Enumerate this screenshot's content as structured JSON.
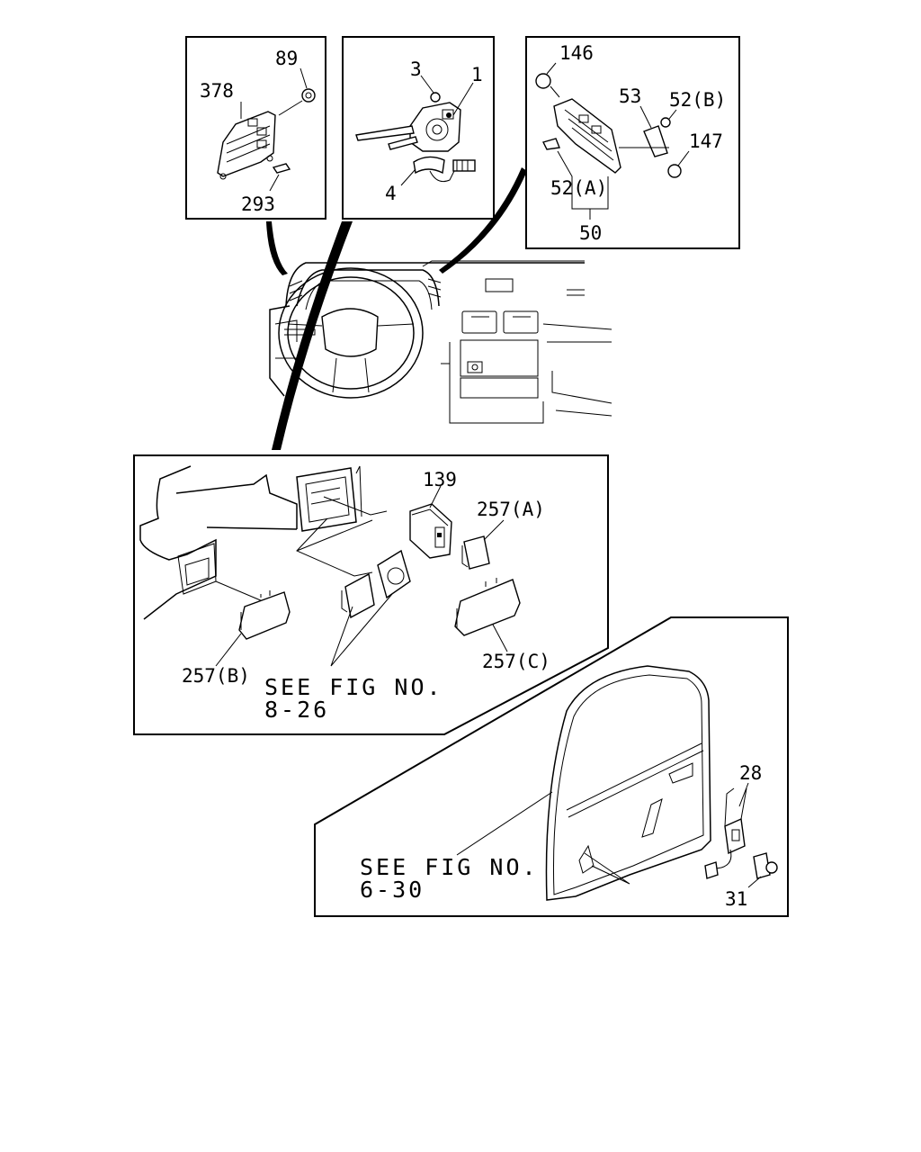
{
  "labels": {
    "l89": "89",
    "l378": "378",
    "l293": "293",
    "l3": "3",
    "l1": "1",
    "l4": "4",
    "l146": "146",
    "l53": "53",
    "l52b": "52(B)",
    "l147": "147",
    "l52a": "52(A)",
    "l50": "50",
    "l139": "139",
    "l257a": "257(A)",
    "l257b": "257(B)",
    "l257c": "257(C)",
    "l28": "28",
    "l31": "31"
  },
  "notes": {
    "fig8_line1": "SEE FIG NO.",
    "fig8_line2": "8-26",
    "fig6_line1": "SEE FIG NO.",
    "fig6_line2": "6-30"
  }
}
